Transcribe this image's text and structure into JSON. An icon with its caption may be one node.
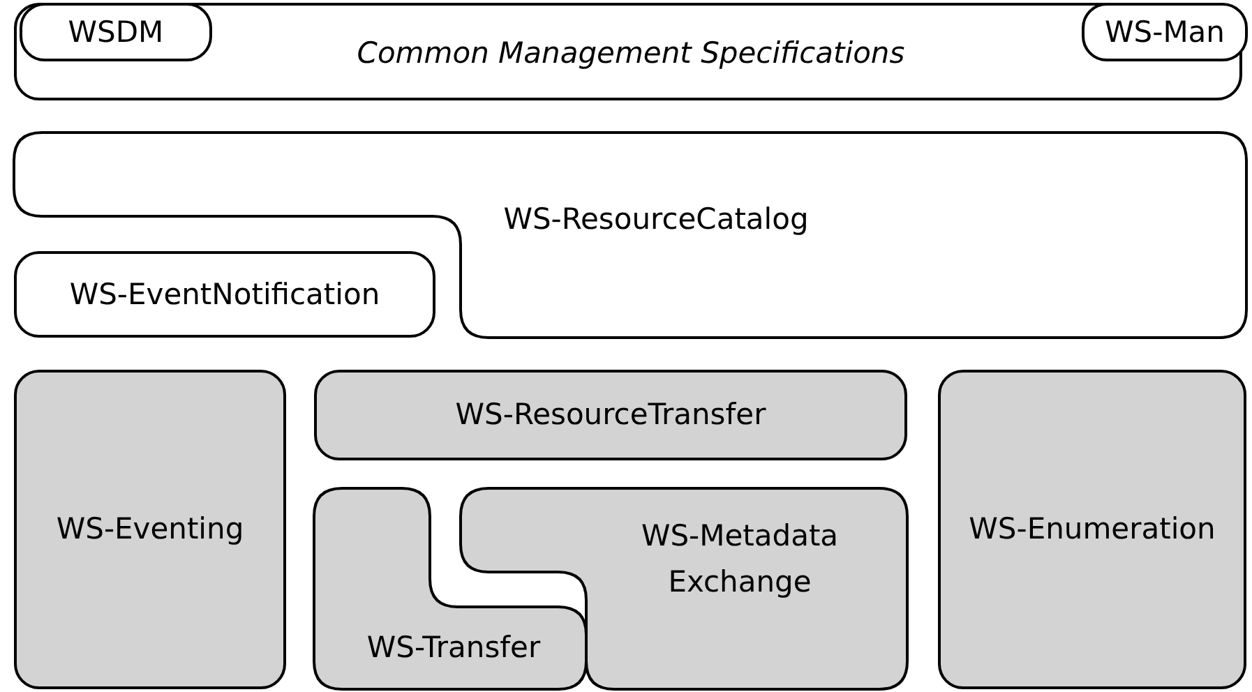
{
  "diagram": {
    "nodes": [
      {
        "text": [
          "Common Management Specifications"
        ]
      },
      {
        "text": [
          "WSDM"
        ],
        "in": 0
      },
      {
        "text": [
          "WS-Man"
        ],
        "in": 0
      },
      {
        "text": [
          "WS-ResourceCatalog"
        ]
      },
      {
        "text": [
          "WS-EventNotification"
        ]
      },
      {
        "text": [
          "WS-Eventing"
        ]
      },
      {
        "text": [
          "WS-ResourceTransfer"
        ]
      },
      {
        "text": [
          "WS-Transfer"
        ]
      },
      {
        "text": [
          "WS-Metadata Exchange"
        ]
      },
      {
        "text": [
          "WS-Enumeration"
        ]
      }
    ]
  }
}
